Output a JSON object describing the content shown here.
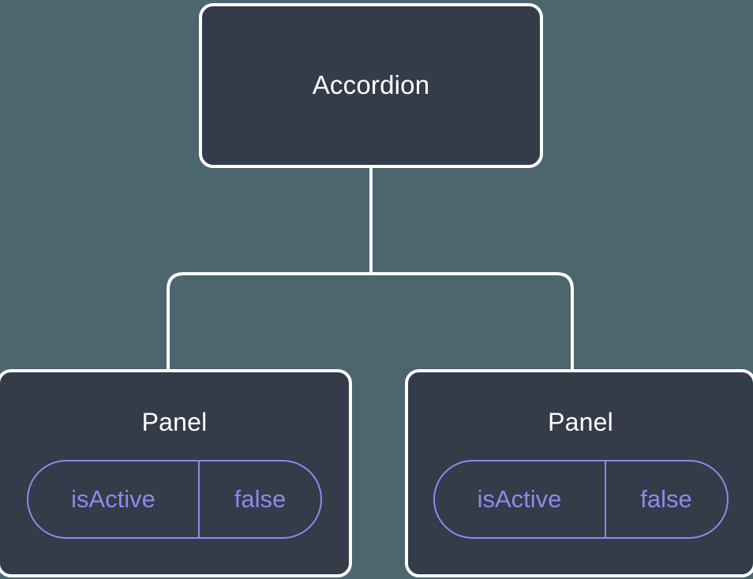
{
  "diagram": {
    "type": "component-tree",
    "background_color": "#4c666e",
    "node_fill_color": "#343b49",
    "node_border_color": "#ffffff",
    "connector_color": "#ffffff",
    "badge_color": "#8b8ce8",
    "root": {
      "label": "Accordion"
    },
    "children": [
      {
        "label": "Panel",
        "state": {
          "key": "isActive",
          "value": "false"
        }
      },
      {
        "label": "Panel",
        "state": {
          "key": "isActive",
          "value": "false"
        }
      }
    ]
  }
}
